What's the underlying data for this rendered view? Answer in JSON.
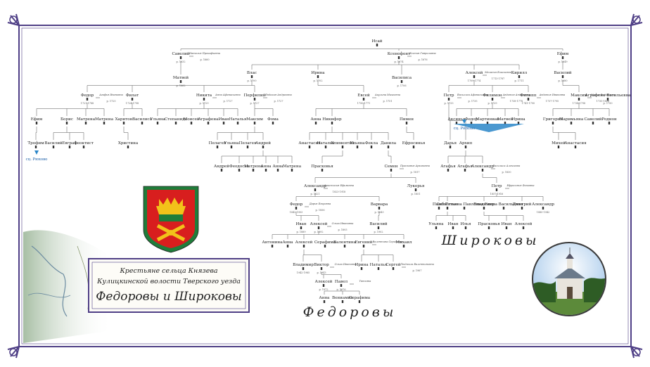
{
  "colors": {
    "frame": "#4f3f86",
    "line": "#555555",
    "marker": "#333333",
    "note": "#1c5fa8",
    "arrow": "#2a86c8",
    "coat_red": "#d81e1e",
    "coat_gold": "#f2c21a",
    "coat_green": "#1f7d3a"
  },
  "banner": {
    "line1": "Крестьяне сельца Князева",
    "line2": "Кулицкинской волости Тверского уезда",
    "line3": "Федоровы и Широковы"
  },
  "labels": {
    "fedorovy": "Федоровы",
    "shirokovy": "Широковы"
  },
  "people": [
    {
      "id": "isai",
      "name": "Исай"
    },
    {
      "id": "savely",
      "name": "Савелий",
      "sub": "р. 1632",
      "spouse": "Наталья Прокофьевна",
      "spouse_sub": "р. 1660"
    },
    {
      "id": "konst",
      "name": "Ксенофонт",
      "sub": "р. 1674",
      "spouse": "Ксения Гавриловна",
      "spouse_sub": "р. 1676"
    },
    {
      "id": "efim",
      "name": "Ефим",
      "sub": "р. 1649"
    },
    {
      "id": "matvei",
      "name": "Матвей",
      "sub": "р. 1662"
    },
    {
      "id": "vlas",
      "name": "Влас",
      "sub": "р. 1700"
    },
    {
      "id": "irina",
      "name": "Ирина",
      "sub": "р. 1702"
    },
    {
      "id": "vasilisa1",
      "name": "Василиса",
      "sub": "р. 1706"
    },
    {
      "id": "alexei1",
      "name": "Алексей",
      "sub": "1709-1774",
      "spouse": "Меланья Власьевна",
      "spouse_sub": "1713-1787"
    },
    {
      "id": "kirill",
      "name": "Кирилл",
      "sub": "р. 1711"
    },
    {
      "id": "vasily1",
      "name": "Василий",
      "sub": "р. 1680"
    },
    {
      "id": "fedor1",
      "name": "Федор",
      "sub": "1721-1788",
      "spouse": "Агафья Ивановна",
      "spouse_sub": "р. 1725"
    },
    {
      "id": "filat",
      "name": "Филат",
      "sub": "1724-1798"
    },
    {
      "id": "nikita",
      "name": "Никита",
      "sub": "р. 1729",
      "spouse": "Анна Афанасьевна",
      "spouse_sub": "р. 1727"
    },
    {
      "id": "perfily",
      "name": "Перфилий",
      "sub": "р. 1727",
      "spouse": "Евдокия Андреевна",
      "spouse_sub": "р. 1727"
    },
    {
      "id": "evsei",
      "name": "Евсей",
      "sub": "1750-1771",
      "spouse": "Акулина Михеевна",
      "spouse_sub": "р. 1751"
    },
    {
      "id": "petr1",
      "name": "Петр",
      "sub": "р. 1733",
      "spouse": "Василиса Афанасьевна",
      "spouse_sub": "р. 1735"
    },
    {
      "id": "filimon",
      "name": "Филимон",
      "sub": "р. 1739",
      "spouse": "Авдотья Андреевна",
      "spouse_sub": "1738-1778"
    },
    {
      "id": "filipp",
      "name": "Филипп",
      "sub": "1741-1790",
      "spouse": "Авдотья Ивановна",
      "spouse_sub": "1737-1795"
    },
    {
      "id": "maxim",
      "name": "Максим",
      "sub": "1734-1798",
      "spouse": "Марья Федоровна",
      "spouse_sub": "1735-1806"
    },
    {
      "id": "agrafena1",
      "name": "Аграфена Васильевна",
      "sub": "р. 1750"
    },
    {
      "id": "efim2",
      "name": "Ефим"
    },
    {
      "id": "boris",
      "name": "Борис"
    },
    {
      "id": "matrena1",
      "name": "Матрена"
    },
    {
      "id": "matrena2",
      "name": "Матрена"
    },
    {
      "id": "kharit",
      "name": "Харитон"
    },
    {
      "id": "vasilisa2",
      "name": "Василиса"
    },
    {
      "id": "ulyana1",
      "name": "Ульяна"
    },
    {
      "id": "stepanida",
      "name": "Степанида"
    },
    {
      "id": "moisei",
      "name": "Моисей"
    },
    {
      "id": "agrafena2",
      "name": "Аграфена"
    },
    {
      "id": "ivan1",
      "name": "Иван"
    },
    {
      "id": "natalya1",
      "name": "Наталья"
    },
    {
      "id": "maxim2",
      "name": "Максим"
    },
    {
      "id": "foma",
      "name": "Фома"
    },
    {
      "id": "anna1",
      "name": "Анна"
    },
    {
      "id": "nikifor",
      "name": "Никифор"
    },
    {
      "id": "pimen",
      "name": "Пимен"
    },
    {
      "id": "aksinia",
      "name": "Аксинья"
    },
    {
      "id": "fedor2",
      "name": "Федор"
    },
    {
      "id": "martiniam",
      "name": "Мартиниан"
    },
    {
      "id": "matvei2",
      "name": "Матвей"
    },
    {
      "id": "irina2",
      "name": "Ирина"
    },
    {
      "id": "grigory",
      "name": "Григорий"
    },
    {
      "id": "marimiana",
      "name": "Маримьяна"
    },
    {
      "id": "savely2",
      "name": "Савелий"
    },
    {
      "id": "rodion",
      "name": "Родион"
    },
    {
      "id": "trofim",
      "name": "Трофим"
    },
    {
      "id": "vasily2",
      "name": "Василий"
    },
    {
      "id": "evgr",
      "name": "Евграф"
    },
    {
      "id": "feokt",
      "name": "Феоктист"
    },
    {
      "id": "khrist",
      "name": "Христина"
    },
    {
      "id": "pelageya1",
      "name": "Пелагея"
    },
    {
      "id": "ulyana2",
      "name": "Ульяна"
    },
    {
      "id": "pelageya2",
      "name": "Пелагея"
    },
    {
      "id": "andrei1",
      "name": "Андрей"
    },
    {
      "id": "anastasia1",
      "name": "Анастасия"
    },
    {
      "id": "natalya2",
      "name": "Наталья"
    },
    {
      "id": "kliment",
      "name": "Климентий"
    },
    {
      "id": "ulyana3",
      "name": "Ульяна"
    },
    {
      "id": "fekla",
      "name": "Фекла"
    },
    {
      "id": "danila",
      "name": "Данила"
    },
    {
      "id": "efrosinia1",
      "name": "Ефросинья"
    },
    {
      "id": "darya",
      "name": "Дарья"
    },
    {
      "id": "arkhip",
      "name": "Архип"
    },
    {
      "id": "mikhei",
      "name": "Михей"
    },
    {
      "id": "anastasia2",
      "name": "Анастасия"
    },
    {
      "id": "andrei2",
      "name": "Андрей"
    },
    {
      "id": "feodos",
      "name": "Феодосья"
    },
    {
      "id": "matrena3",
      "name": "Матрена"
    },
    {
      "id": "anna2",
      "name": "Анна"
    },
    {
      "id": "anna3",
      "name": "Анна"
    },
    {
      "id": "matrena4",
      "name": "Матрена"
    },
    {
      "id": "praskovya1",
      "name": "Прасковья"
    },
    {
      "id": "semen",
      "name": "Семен",
      "spouse": "Прасковья Архиповна",
      "spouse_sub": "р. 1817"
    },
    {
      "id": "agafya",
      "name": "Агафья"
    },
    {
      "id": "agafya2",
      "name": "Агафья"
    },
    {
      "id": "alexandr1",
      "name": "Александр",
      "spouse": "Василиса Алексеева",
      "spouse_sub": "р. 1830"
    },
    {
      "id": "alexandr2",
      "name": "Александр",
      "sub": "р. 1821",
      "spouse": "Анастасия Ефимовна",
      "spouse_sub": "1823-1918"
    },
    {
      "id": "lukerya",
      "name": "Лукерья",
      "sub": "р. 1851"
    },
    {
      "id": "petr2",
      "name": "Петр",
      "sub": "1857-1916",
      "spouse": "Ефросинья Фомовна",
      "spouse_sub": ""
    },
    {
      "id": "fedor3",
      "name": "Федор",
      "sub": "1842-1903",
      "spouse": "Дарья Егоровна",
      "spouse_sub": "р. 1856"
    },
    {
      "id": "varvara",
      "name": "Варвара",
      "sub": "р. 1843"
    },
    {
      "id": "pavel",
      "name": "Павел"
    },
    {
      "id": "sebastian",
      "name": "Себастиан"
    },
    {
      "id": "tatyana",
      "name": "Татьяна Павловна"
    },
    {
      "id": "vladimir1",
      "name": "Владимир"
    },
    {
      "id": "elena",
      "name": "Елена Васильевна"
    },
    {
      "id": "dmitry",
      "name": "Дмитрий"
    },
    {
      "id": "alexandr3",
      "name": "Александр",
      "sub": "1880-1942"
    },
    {
      "id": "ivan2",
      "name": "Иван",
      "sub": "р. 1889"
    },
    {
      "id": "alexei2",
      "name": "Алексей",
      "sub": "р. 1892",
      "spouse": "Ольга Ивановна",
      "spouse_sub": "р. 1893"
    },
    {
      "id": "vasily3",
      "name": "Василий",
      "sub": "р. 1902"
    },
    {
      "id": "ulyana4",
      "name": "Ульяна"
    },
    {
      "id": "ivan3",
      "name": "Иван"
    },
    {
      "id": "ilya",
      "name": "Илья"
    },
    {
      "id": "praskovya2",
      "name": "Прасковья"
    },
    {
      "id": "ivan4",
      "name": "Иван"
    },
    {
      "id": "alexei3",
      "name": "Алексей"
    },
    {
      "id": "antonina",
      "name": "Антонина"
    },
    {
      "id": "anna4",
      "name": "Анна"
    },
    {
      "id": "alexei4",
      "name": "Алексей"
    },
    {
      "id": "serafima1",
      "name": "Серафима"
    },
    {
      "id": "valentina",
      "name": "Валентина"
    },
    {
      "id": "evgeny",
      "name": "Евгений",
      "spouse": "Валентина Сергеевна",
      "spouse_sub": ""
    },
    {
      "id": "mikhail",
      "name": "Михаил"
    },
    {
      "id": "vladimir2",
      "name": "Владимир",
      "sub": "1942-1985"
    },
    {
      "id": "viktor",
      "name": "Виктор",
      "sub": "р. 1943",
      "spouse": "Ольга Ивановна",
      "spouse_sub": ""
    },
    {
      "id": "irina3",
      "name": "Ирина"
    },
    {
      "id": "natalya3",
      "name": "Наталья"
    },
    {
      "id": "sergei",
      "name": "Сергей",
      "spouse": "Людмила Валентиновна",
      "spouse_sub": "р. 1967"
    },
    {
      "id": "alexei5",
      "name": "Алексей",
      "sub": "р. 1972"
    },
    {
      "id": "pavel2",
      "name": "Павел",
      "sub": "р. 1976",
      "spouse": "Татьяна",
      "spouse_sub": ""
    },
    {
      "id": "anna5",
      "name": "Анна"
    },
    {
      "id": "veniamin",
      "name": "Вениамин"
    },
    {
      "id": "serafima2",
      "name": "Серафима"
    }
  ],
  "notes": [
    {
      "id": "sidR1",
      "text": "сц. Рюхово"
    },
    {
      "id": "sidR2",
      "text": "сц. Рюхово"
    }
  ]
}
